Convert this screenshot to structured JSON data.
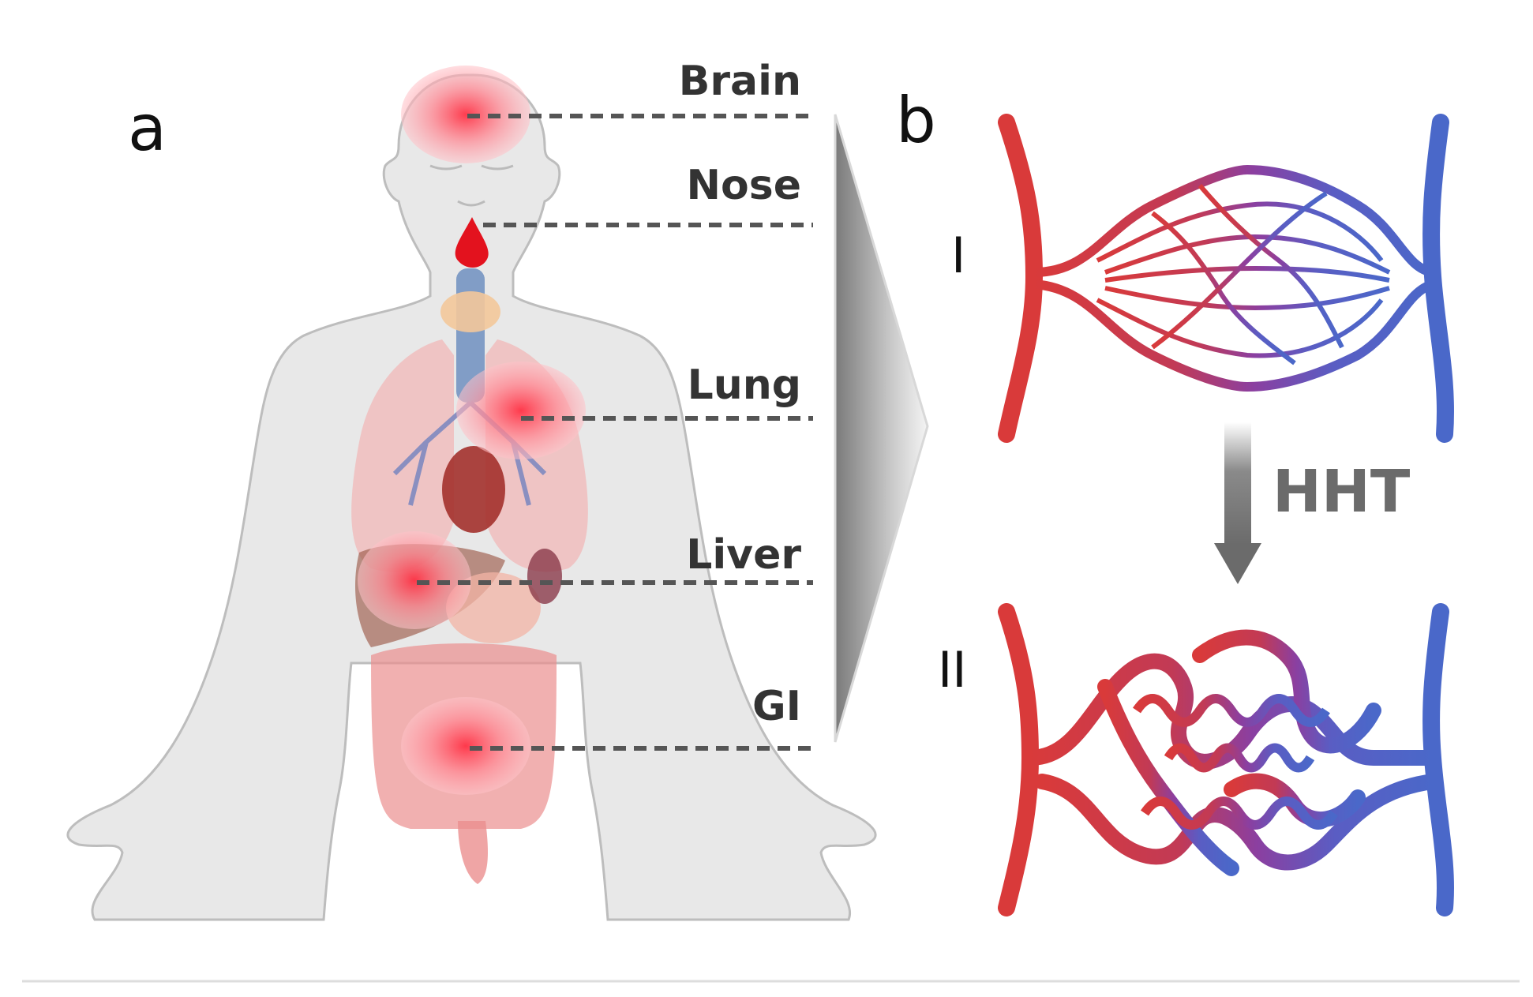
{
  "panels": {
    "a": {
      "letter": "a"
    },
    "b": {
      "letter": "b"
    }
  },
  "organs": [
    {
      "label": "Brain"
    },
    {
      "label": "Nose"
    },
    {
      "label": "Lung"
    },
    {
      "label": "Liver"
    },
    {
      "label": "GI"
    }
  ],
  "vessel_states": {
    "normal_label": "I",
    "hht_label": "II",
    "transition_label": "HHT"
  },
  "colors": {
    "artery": "#d93a3a",
    "vein": "#4a68c9",
    "lesion": "#ff4d5e",
    "arrow": "#6b6b6b",
    "body": "#e9e9e9"
  }
}
